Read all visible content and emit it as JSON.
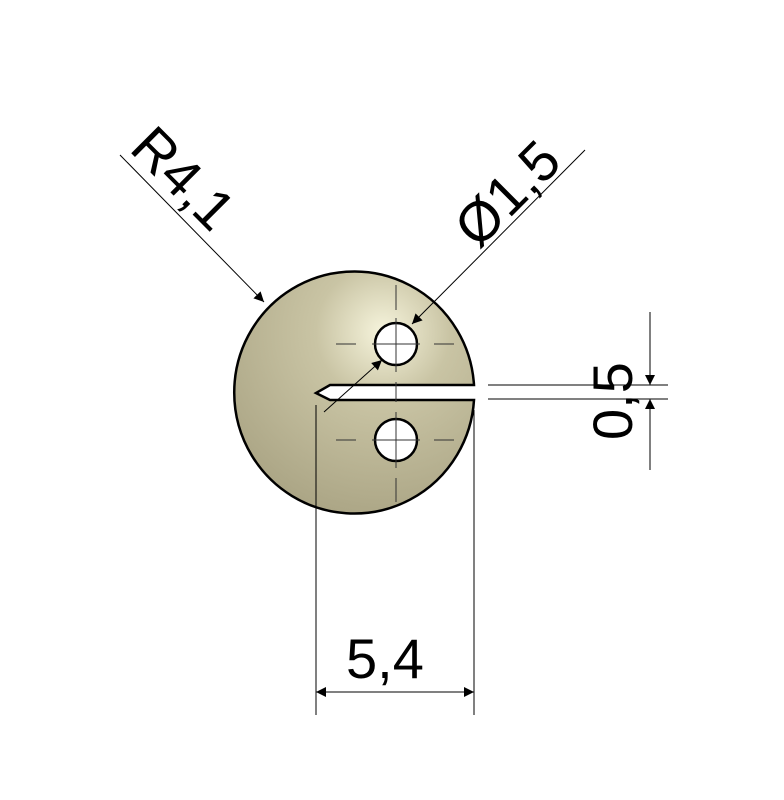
{
  "drawing": {
    "radius_label": "R4,1",
    "hole_diameter_label": "Ø1,5",
    "slot_width_label": "0,5",
    "width_label": "5,4",
    "part_color": "#bdb89a",
    "line_color": "#000000"
  }
}
